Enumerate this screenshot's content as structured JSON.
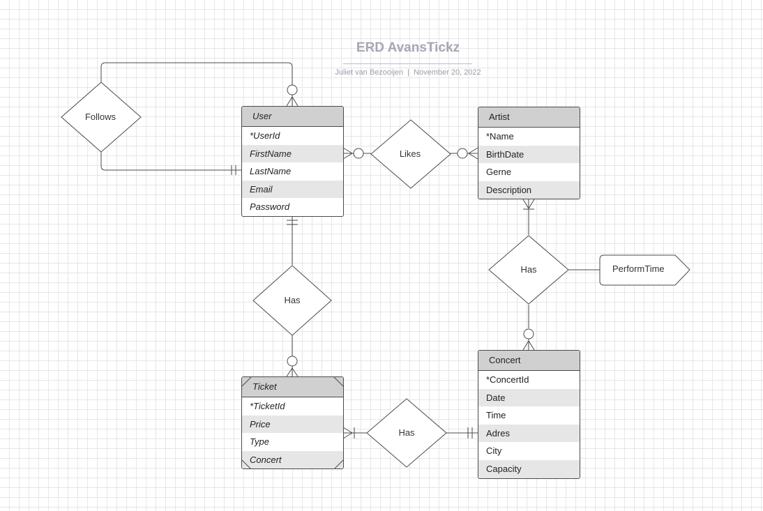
{
  "header": {
    "title": "ERD AvansTickz",
    "author": "Juliet van Bezooijen",
    "date": "November 20, 2022"
  },
  "entities": {
    "user": {
      "name": "User",
      "attributes": [
        "*UserId",
        "FirstName",
        "LastName",
        "Email",
        "Password"
      ]
    },
    "artist": {
      "name": "Artist",
      "attributes": [
        "*Name",
        "BirthDate",
        "Gerne",
        "Description"
      ]
    },
    "ticket": {
      "name": "Ticket",
      "attributes": [
        "*TicketId",
        "Price",
        "Type",
        "Concert"
      ]
    },
    "concert": {
      "name": "Concert",
      "attributes": [
        "*ConcertId",
        "Date",
        "Time",
        "Adres",
        "City",
        "Capacity"
      ]
    }
  },
  "relationships": {
    "follows": "Follows",
    "likes": "Likes",
    "user_ticket": "Has",
    "ticket_concert": "Has",
    "artist_concert": "Has"
  },
  "attributes": {
    "perform_time": "PerformTime"
  },
  "colors": {
    "line": "#4a4a4a",
    "entity_header": "#d0d0d0",
    "row_alt": "#e6e6e6",
    "title": "#a4a7b3"
  }
}
